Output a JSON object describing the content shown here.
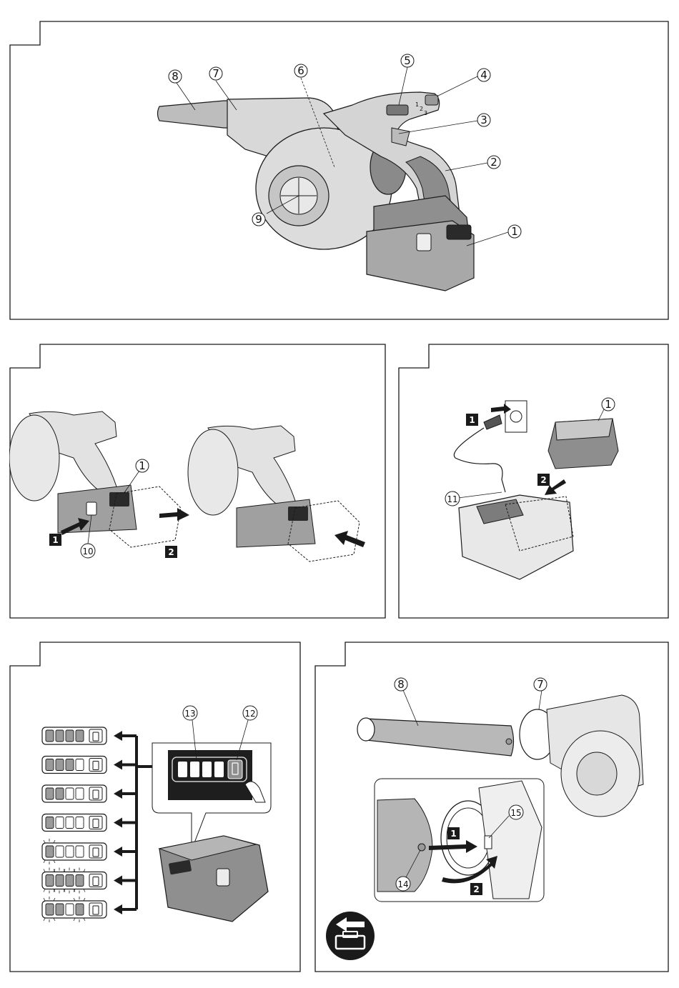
{
  "fig1": {
    "callouts": {
      "battery": "1",
      "handle": "2",
      "switch_trigger": "3",
      "speed_dial": "4",
      "lock_button": "5",
      "air_outlet": "6",
      "nozzle_mount": "7",
      "nozzle": "8",
      "air_intake": "9"
    },
    "dial_marks": [
      "1",
      "2",
      "3"
    ]
  },
  "fig2": {
    "callouts": {
      "battery": "1",
      "latch": "10"
    },
    "steps": [
      "1",
      "2"
    ]
  },
  "fig3": {
    "callouts": {
      "battery": "1",
      "charger": "11"
    },
    "steps": [
      "1",
      "2"
    ]
  },
  "fig4": {
    "callouts": {
      "battery_icon": "12",
      "level_bars": "13"
    },
    "levels": [
      {
        "filled": 4,
        "blink": []
      },
      {
        "filled": 3,
        "blink": []
      },
      {
        "filled": 2,
        "blink": []
      },
      {
        "filled": 1,
        "blink": []
      },
      {
        "filled": 1,
        "blink": [
          0
        ]
      },
      {
        "filled": 0,
        "blink": [
          0,
          1,
          2,
          3
        ]
      },
      {
        "filled": 2,
        "blink": [
          0,
          3
        ]
      }
    ]
  },
  "fig5": {
    "callouts": {
      "nozzle": "8",
      "mount": "7",
      "pin": "14",
      "slot": "15"
    },
    "steps": [
      "1",
      "2"
    ]
  },
  "colors": {
    "line": "#1a1a1a",
    "gray_body": "#cfcfcf",
    "dark_gray": "#7a7a7a",
    "bar_gray": "#9a9a9a"
  }
}
